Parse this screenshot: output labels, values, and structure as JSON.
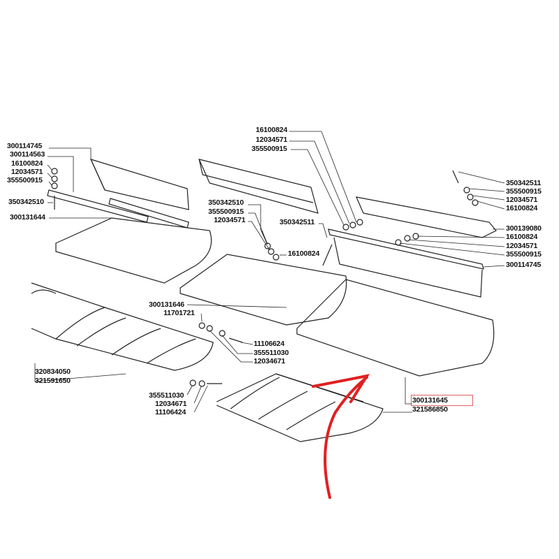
{
  "diagram": {
    "highlight_color": "#e02020",
    "labels": [
      {
        "id": "l1",
        "text": "300114745"
      },
      {
        "id": "l2",
        "text": "300114563"
      },
      {
        "id": "l3",
        "text": "16100824"
      },
      {
        "id": "l4",
        "text": "12034571"
      },
      {
        "id": "l5",
        "text": "355500915"
      },
      {
        "id": "l6",
        "text": "350342510"
      },
      {
        "id": "l7",
        "text": "300131644"
      },
      {
        "id": "l8",
        "text": "16100824"
      },
      {
        "id": "l9",
        "text": "12034571"
      },
      {
        "id": "l10",
        "text": "355500915"
      },
      {
        "id": "l11",
        "text": "350342510"
      },
      {
        "id": "l12",
        "text": "355500915"
      },
      {
        "id": "l13",
        "text": "12034571"
      },
      {
        "id": "l14",
        "text": "350342511"
      },
      {
        "id": "l15",
        "text": "16100824"
      },
      {
        "id": "l16",
        "text": "350342511"
      },
      {
        "id": "l17",
        "text": "355500915"
      },
      {
        "id": "l18",
        "text": "12034571"
      },
      {
        "id": "l19",
        "text": "16100824"
      },
      {
        "id": "l20",
        "text": "300139080"
      },
      {
        "id": "l21",
        "text": "16100824"
      },
      {
        "id": "l22",
        "text": "12034571"
      },
      {
        "id": "l23",
        "text": "355500915"
      },
      {
        "id": "l24",
        "text": "300114745"
      },
      {
        "id": "l25",
        "text": "300131646"
      },
      {
        "id": "l26",
        "text": "11701721"
      },
      {
        "id": "l27",
        "text": "11106624"
      },
      {
        "id": "l28",
        "text": "355511030"
      },
      {
        "id": "l29",
        "text": "12034671"
      },
      {
        "id": "l30",
        "text": "320834050"
      },
      {
        "id": "l31",
        "text": "321591650"
      },
      {
        "id": "l32",
        "text": "355511030"
      },
      {
        "id": "l33",
        "text": "12034671"
      },
      {
        "id": "l34",
        "text": "11106424"
      },
      {
        "id": "l35",
        "text": "300131645",
        "highlighted": true
      },
      {
        "id": "l36",
        "text": "321586850"
      }
    ]
  }
}
